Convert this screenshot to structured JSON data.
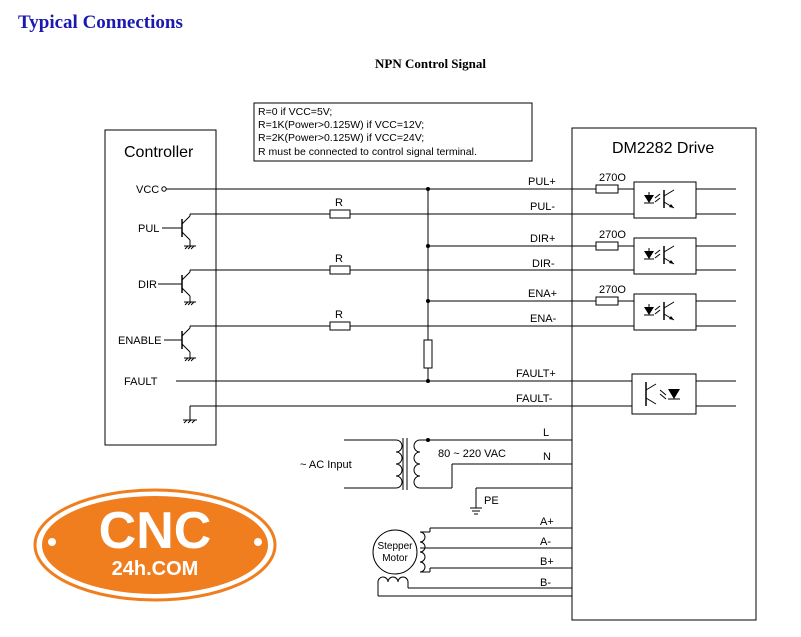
{
  "header": {
    "page_title": "Typical Connections",
    "diagram_title": "NPN Control Signal"
  },
  "note": {
    "lines": [
      "R=0 if VCC=5V;",
      "R=1K(Power>0.125W) if VCC=12V;",
      "R=2K(Power>0.125W) if VCC=24V;",
      "R must be connected to control signal terminal."
    ]
  },
  "controller": {
    "title": "Controller",
    "pins": {
      "vcc": "VCC",
      "pul": "PUL",
      "dir": "DIR",
      "enable": "ENABLE",
      "fault": "FAULT"
    }
  },
  "resistor_label": "R",
  "drive": {
    "title": "DM2282 Drive",
    "resistor_value": "270O",
    "terminals": {
      "pul_plus": "PUL+",
      "pul_minus": "PUL-",
      "dir_plus": "DIR+",
      "dir_minus": "DIR-",
      "ena_plus": "ENA+",
      "ena_minus": "ENA-",
      "fault_plus": "FAULT+",
      "fault_minus": "FAULT-",
      "l": "L",
      "n": "N",
      "a_plus": "A+",
      "a_minus": "A-",
      "b_plus": "B+",
      "b_minus": "B-"
    }
  },
  "power": {
    "ac_input": "~ AC Input",
    "voltage": "80 ~ 220 VAC",
    "pe": "PE"
  },
  "motor": {
    "line1": "Stepper",
    "line2": "Motor"
  },
  "watermark": {
    "brand": "CNC",
    "domain": "24h.COM",
    "color": "#f07e1e"
  }
}
